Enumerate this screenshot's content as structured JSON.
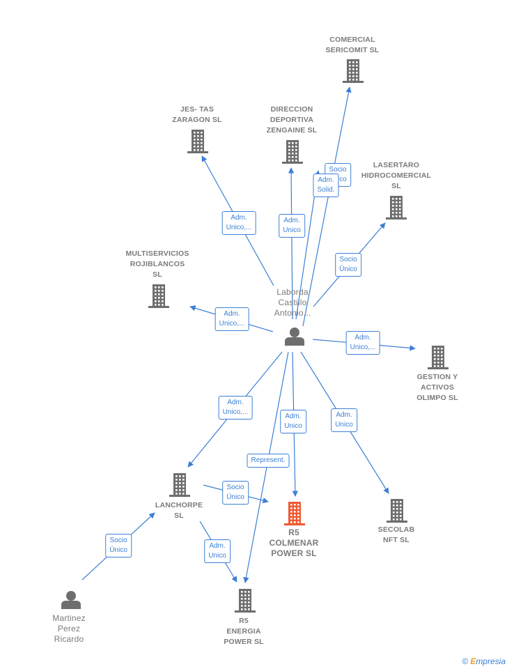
{
  "nodes": [
    {
      "id": "laborda",
      "type": "person",
      "label": "Laborda\nCastillo\nAntonio...",
      "color": "#6e6e6e"
    },
    {
      "id": "comercial",
      "type": "company",
      "label": "COMERCIAL\nSERICOMIT  SL",
      "color": "#6e6e6e"
    },
    {
      "id": "jestas",
      "type": "company",
      "label": "JES- TAS\nZARAGON  SL",
      "color": "#6e6e6e"
    },
    {
      "id": "direccion",
      "type": "company",
      "label": "DIRECCION\nDEPORTIVA\nZENGAINE  SL",
      "color": "#6e6e6e"
    },
    {
      "id": "lasertaro",
      "type": "company",
      "label": "LASERTARO\nHIDROCOMERCIAL\nSL",
      "color": "#6e6e6e"
    },
    {
      "id": "multiservicios",
      "type": "company",
      "label": "MULTISERVICIOS\nROJIBLANCOS\nSL",
      "color": "#6e6e6e"
    },
    {
      "id": "gestion",
      "type": "company",
      "label": "GESTION Y\nACTIVOS\nOLIMPO  SL",
      "color": "#6e6e6e"
    },
    {
      "id": "lanchorpe",
      "type": "company",
      "label": "LANCHORPE\nSL",
      "color": "#6e6e6e"
    },
    {
      "id": "r5colmenar",
      "type": "company",
      "label": "R5\nCOLMENAR\nPOWER  SL",
      "color": "#f05a32",
      "focus": true
    },
    {
      "id": "secolab",
      "type": "company",
      "label": "SECOLAB\nNFT  SL",
      "color": "#6e6e6e"
    },
    {
      "id": "martinez",
      "type": "person",
      "label": "Martinez\nPerez\nRicardo",
      "color": "#6e6e6e"
    },
    {
      "id": "r5energia",
      "type": "company",
      "label": "R5\nENERGIA\nPOWER  SL",
      "color": "#6e6e6e"
    }
  ],
  "edges": [
    {
      "from": "laborda",
      "to": "comercial",
      "label": [
        "Socio",
        "Único"
      ]
    },
    {
      "from": "laborda",
      "to": "direccion",
      "label": [
        "Adm.",
        "Unico"
      ]
    },
    {
      "from": "laborda",
      "to": "direccion",
      "label": [
        "Adm.",
        "Solid."
      ]
    },
    {
      "from": "laborda",
      "to": "jestas",
      "label": [
        "Adm.",
        "Unico,..."
      ]
    },
    {
      "from": "laborda",
      "to": "lasertaro",
      "label": [
        "Socio",
        "Único"
      ]
    },
    {
      "from": "laborda",
      "to": "multiservicios",
      "label": [
        "Adm.",
        "Unico,..."
      ]
    },
    {
      "from": "laborda",
      "to": "gestion",
      "label": [
        "Adm.",
        "Unico,..."
      ]
    },
    {
      "from": "laborda",
      "to": "lanchorpe",
      "label": [
        "Adm.",
        "Unico,..."
      ]
    },
    {
      "from": "laborda",
      "to": "r5colmenar",
      "label": [
        "Adm.",
        "Unico"
      ]
    },
    {
      "from": "laborda",
      "to": "r5energia",
      "label": [
        "Represent."
      ]
    },
    {
      "from": "laborda",
      "to": "secolab",
      "label": [
        "Adm.",
        "Unico"
      ]
    },
    {
      "from": "lanchorpe",
      "to": "r5colmenar",
      "label": [
        "Socio",
        "Único"
      ]
    },
    {
      "from": "lanchorpe",
      "to": "r5energia",
      "label": [
        "Adm.",
        "Unico"
      ]
    },
    {
      "from": "martinez",
      "to": "lanchorpe",
      "label": [
        "Socio",
        "Único"
      ]
    }
  ],
  "watermark": {
    "copyright": "©",
    "brand_initial": "E",
    "brand_rest": "mpresia"
  },
  "colors": {
    "edge": "#3b7fd4",
    "node": "#6e6e6e",
    "focus": "#f05a32"
  }
}
